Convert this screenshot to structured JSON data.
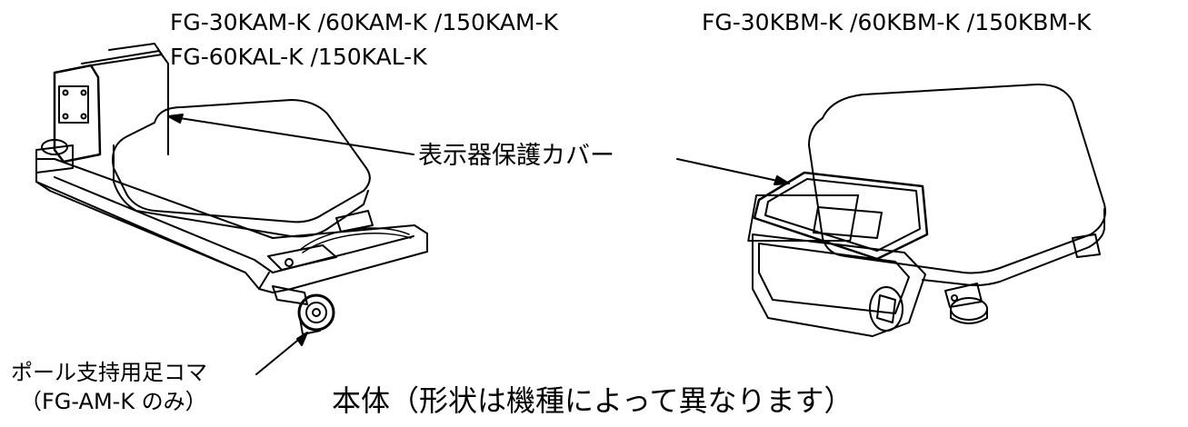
{
  "labels": {
    "left_models_line1": "FG-30KAM-K /60KAM-K /150KAM-K",
    "left_models_line2": "FG-60KAL-K /150KAL-K",
    "right_models": "FG-30KBM-K /60KBM-K /150KBM-K",
    "display_cover": "表示器保護カバー",
    "pole_foot_line1": "ポール支持用足コマ",
    "pole_foot_line2": "（FG-AM-K のみ）",
    "caption": "本体（形状は機種によって異なります）"
  },
  "colors": {
    "line": "#000000",
    "background": "#ffffff"
  }
}
